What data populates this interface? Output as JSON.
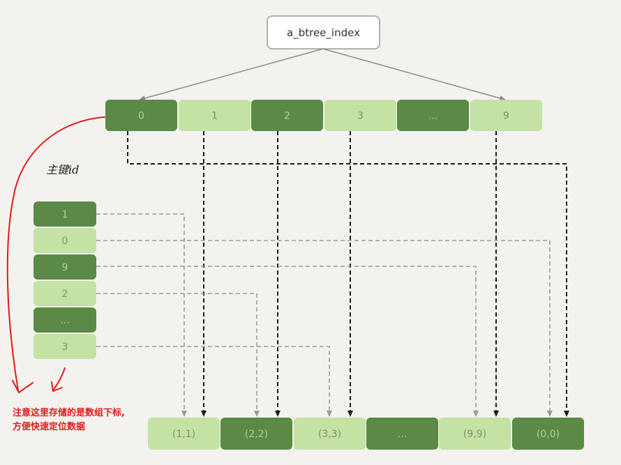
{
  "root": {
    "label": "a_btree_index"
  },
  "index_row": [
    {
      "label": "0",
      "tone": "dark"
    },
    {
      "label": "1",
      "tone": "light"
    },
    {
      "label": "2",
      "tone": "dark"
    },
    {
      "label": "3",
      "tone": "light"
    },
    {
      "label": "...",
      "tone": "dark"
    },
    {
      "label": "9",
      "tone": "light"
    }
  ],
  "pk_label": "主键id",
  "pk_column": [
    {
      "label": "1",
      "tone": "dark"
    },
    {
      "label": "0",
      "tone": "light"
    },
    {
      "label": "9",
      "tone": "dark"
    },
    {
      "label": "2",
      "tone": "light"
    },
    {
      "label": "...",
      "tone": "dark"
    },
    {
      "label": "3",
      "tone": "light"
    }
  ],
  "data_row": [
    {
      "label": "(1,1)",
      "tone": "light"
    },
    {
      "label": "(2,2)",
      "tone": "dark"
    },
    {
      "label": "(3,3)",
      "tone": "light"
    },
    {
      "label": "...",
      "tone": "dark"
    },
    {
      "label": "(9,9)",
      "tone": "light"
    },
    {
      "label": "(0,0)",
      "tone": "dark"
    }
  ],
  "note": {
    "line1": "注意这里存储的是数组下标,",
    "line2": "方便快速定位数据"
  },
  "colors": {
    "dark": "#5a8a45",
    "light": "#c4e2a3",
    "black_dash": "#1a1a1a",
    "gray_dash": "#9a9a9a",
    "annotation": "#e21b1b"
  }
}
